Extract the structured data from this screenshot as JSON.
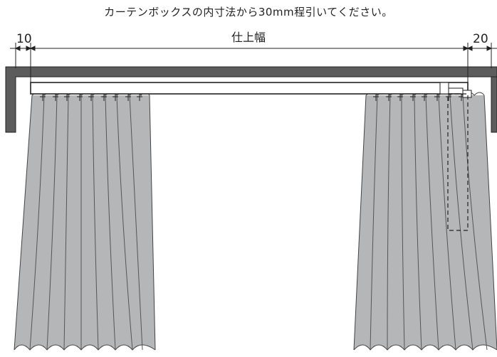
{
  "caption": "カーテンボックスの内寸法から30mm程引いてください。",
  "dimensions": {
    "left": "10",
    "center": "仕上幅",
    "right": "20"
  },
  "colors": {
    "box": "#5c5c5c",
    "curtain": "#b5b6b8",
    "line": "#222222"
  }
}
